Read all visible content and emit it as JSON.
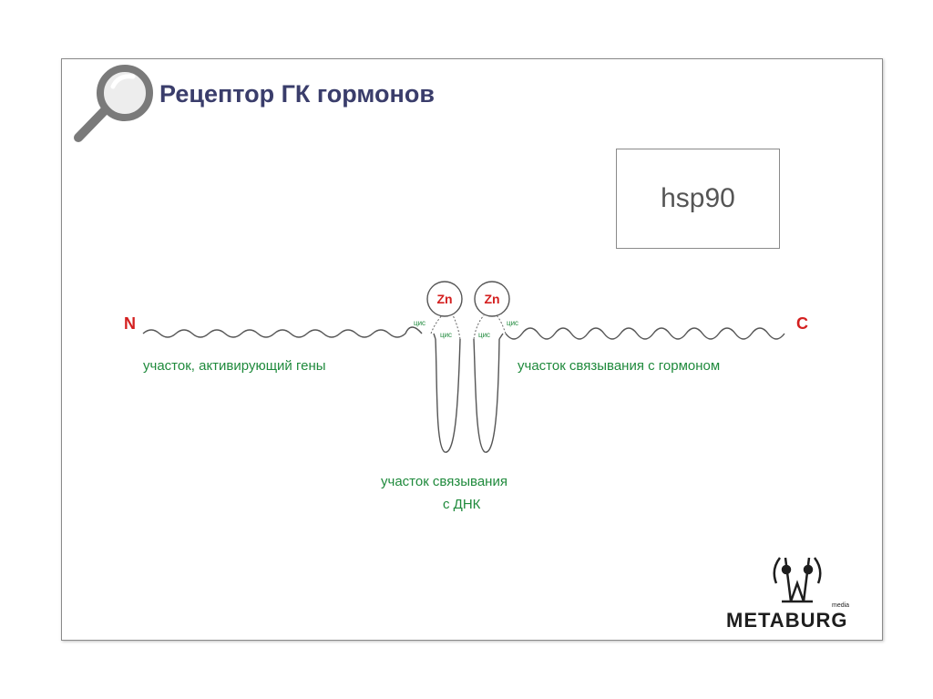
{
  "title": "Рецептор ГК гормонов",
  "hsp_label": "hsp90",
  "terminals": {
    "n": "N",
    "c": "C"
  },
  "zinc": {
    "left": "Zn",
    "right": "Zn"
  },
  "cys": {
    "l_outer": "цис",
    "l_inner": "цис",
    "r_inner": "цис",
    "r_outer": "цис"
  },
  "regions": {
    "activation": "участок, активирующий гены",
    "hormone_binding": "участок связывания с гормоном",
    "dna_binding_line1": "участок связывания",
    "dna_binding_line2": "с ДНК"
  },
  "logo": {
    "name": "METABURG",
    "sub": "media"
  },
  "colors": {
    "title": "#3a3d6b",
    "label_green": "#1f8a3c",
    "accent_red": "#d42020"
  }
}
